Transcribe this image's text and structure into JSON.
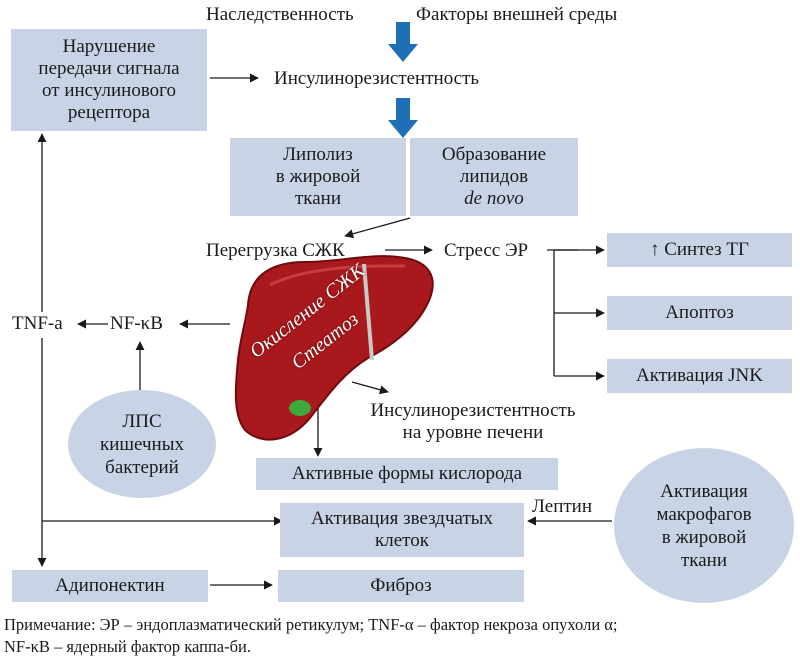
{
  "top": {
    "heredity": "Наследственность",
    "external": "Факторы внешней среды",
    "insulin_resistance": "Инсулинорезистентность"
  },
  "signal_box": [
    "Нарушение",
    "передачи сигнала",
    "от инсулинового",
    "рецептора"
  ],
  "lipolysis_box": [
    "Липолиз",
    "в жировой",
    "ткани"
  ],
  "lipid_box": {
    "lines": [
      "Образование",
      "липидов"
    ],
    "italic": "de novo"
  },
  "ffa_overload": "Перегрузка СЖК",
  "er_stress": "Стресс ЭР",
  "tg_synthesis": "↑ Синтез ТГ",
  "apoptosis": "Апоптоз",
  "jnk": "Активация JNK",
  "tnf": "TNF-a",
  "nfkb": "NF-κB",
  "lps_circle": [
    "ЛПС",
    "кишечных",
    "бактерий"
  ],
  "liver_labels": {
    "line1": "Окисление СЖК",
    "line2": "Стеатоз"
  },
  "liver_ir": [
    "Инсулинорезистентность",
    "на уровне печени"
  ],
  "ros": "Активные формы кислорода",
  "leptin": "Лептин",
  "stellate": [
    "Активация звездчатых",
    "клеток"
  ],
  "macrophage_circle": [
    "Активация",
    "макрофагов",
    "в жировой",
    "ткани"
  ],
  "adiponectin": "Адипонектин",
  "fibrosis": "Фиброз",
  "note": [
    "Примечание: ЭР – эндоплазматический ретикулум; TNF-α – фактор некроза опухоли α;",
    "NF-κB – ядерный фактор каппа-би."
  ],
  "colors": {
    "box_fill": "#c8d3e6",
    "arrow_blue": "#1f6fb6",
    "liver": "#a8181c",
    "gallbladder": "#3fa83a"
  }
}
